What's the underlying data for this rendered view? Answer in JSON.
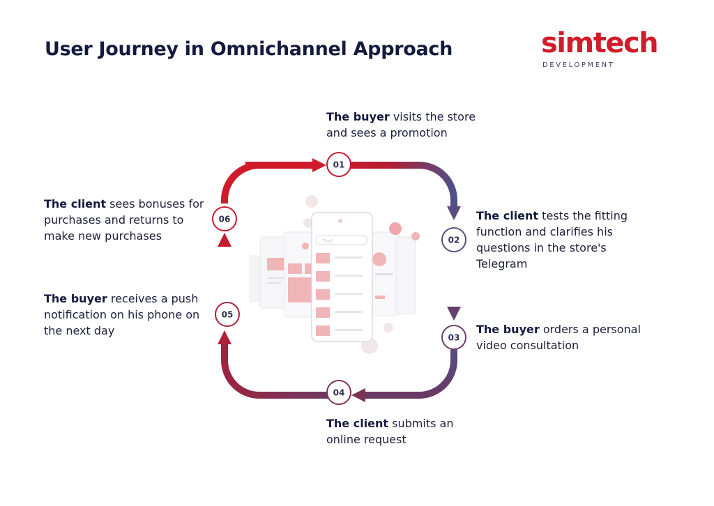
{
  "title": "User Journey in Omnichannel Approach",
  "logo": {
    "name": "simtech",
    "subtitle": "DEVELOPMENT",
    "color": "#d01c2b"
  },
  "colors": {
    "red": "#c8192b",
    "purple": "#4e4f86",
    "maroon": "#8b2a48",
    "node_text": "#2d2f52"
  },
  "steps": [
    {
      "number": "01",
      "actor": "The buyer",
      "text": " visits the store and sees a promotion"
    },
    {
      "number": "02",
      "actor": "The client",
      "text": " tests the fitting function and clarifies his questions in the store's Telegram"
    },
    {
      "number": "03",
      "actor": "The buyer",
      "text": " orders a personal video consultation"
    },
    {
      "number": "04",
      "actor": "The client",
      "text": " submits an online request"
    },
    {
      "number": "05",
      "actor": "The buyer",
      "text": " receives a push notification on his phone on the next day"
    },
    {
      "number": "06",
      "actor": "The client",
      "text": " sees bonuses for purchases and returns to make new purchases"
    }
  ],
  "illustration": {
    "search_placeholder": "Text",
    "icons": [
      "home-icon",
      "check-icon",
      "gear-icon",
      "user-icon",
      "image-icon",
      "search-icon"
    ]
  }
}
